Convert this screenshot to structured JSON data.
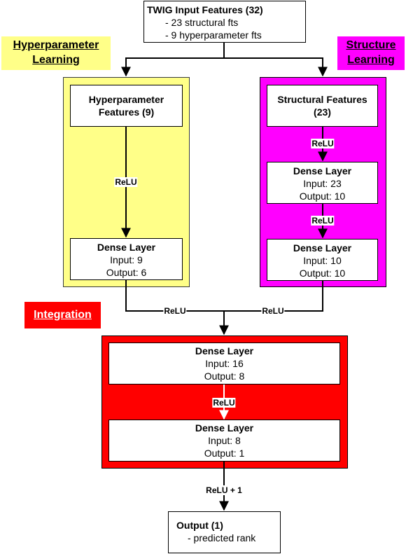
{
  "input": {
    "title": "TWIG Input Features (32)",
    "bullets": [
      "- 23 structural fts",
      "- 9 hyperparameter fts"
    ]
  },
  "tags": {
    "hyper_line1": "Hyperparameter",
    "hyper_line2": "Learning",
    "struct_line1": "Structure",
    "struct_line2": "Learning",
    "integration": "Integration"
  },
  "hyper": {
    "features_line1": "Hyperparameter",
    "features_line2": "Features (9)",
    "relu": "ReLU",
    "dense": {
      "title": "Dense Layer",
      "input": "Input: 9",
      "output": "Output: 6"
    }
  },
  "struct": {
    "features_line1": "Structural Features",
    "features_line2": "(23)",
    "relu1": "ReLU",
    "dense1": {
      "title": "Dense Layer",
      "input": "Input: 23",
      "output": "Output: 10"
    },
    "relu2": "ReLU",
    "dense2": {
      "title": "Dense Layer",
      "input": "Input: 10",
      "output": "Output: 10"
    }
  },
  "merge": {
    "relu_left": "ReLU",
    "relu_right": "ReLU"
  },
  "integration": {
    "dense1": {
      "title": "Dense Layer",
      "input": "Input: 16",
      "output": "Output: 8"
    },
    "relu": "ReLU",
    "dense2": {
      "title": "Dense Layer",
      "input": "Input: 8",
      "output": "Output: 1"
    }
  },
  "final": {
    "relu": "ReLU + 1"
  },
  "output": {
    "title": "Output (1)",
    "bullet": "- predicted rank"
  },
  "colors": {
    "hyper": "#ffff88",
    "struct": "#ff00ff",
    "integration": "#ff0000",
    "arrow": "#000000"
  }
}
